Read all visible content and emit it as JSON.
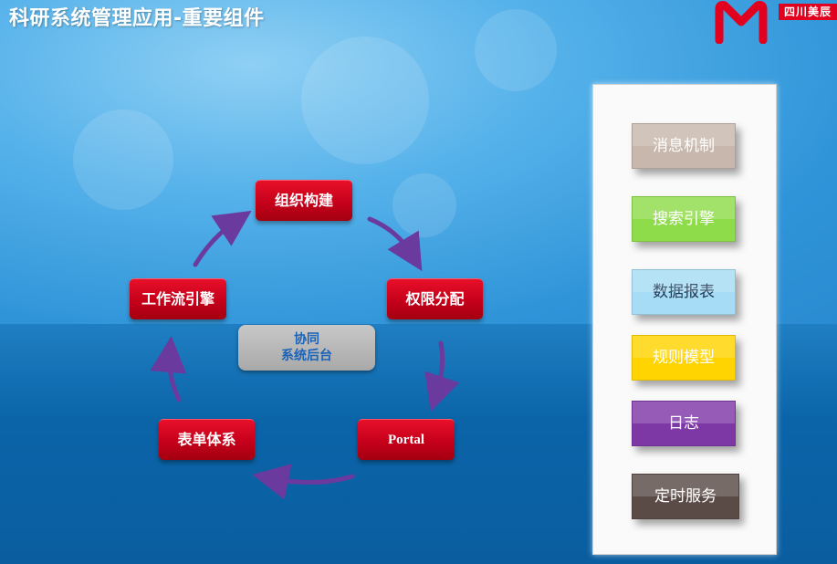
{
  "header": {
    "title": "科研系统管理应用-重要组件",
    "logo_text": "四川美辰"
  },
  "cycle": {
    "nodes": [
      {
        "label": "组织构建"
      },
      {
        "label": "权限分配"
      },
      {
        "label": "Portal"
      },
      {
        "label": "表单体系"
      },
      {
        "label": "工作流引擎"
      }
    ],
    "center_line1": "协同",
    "center_line2": "系统后台"
  },
  "panel": {
    "modules": [
      {
        "label": "消息机制",
        "color": "#c7b7ac"
      },
      {
        "label": "搜索引擎",
        "color": "#8fdc4a"
      },
      {
        "label": "数据报表",
        "color": "#a6dcf5"
      },
      {
        "label": "规则模型",
        "color": "#ffd400"
      },
      {
        "label": "日志",
        "color": "#7e38a6"
      },
      {
        "label": "定时服务",
        "color": "#5a4b46"
      }
    ]
  },
  "colors": {
    "node_red": "#d50a22",
    "arrow_purple": "#6a3a9e"
  }
}
